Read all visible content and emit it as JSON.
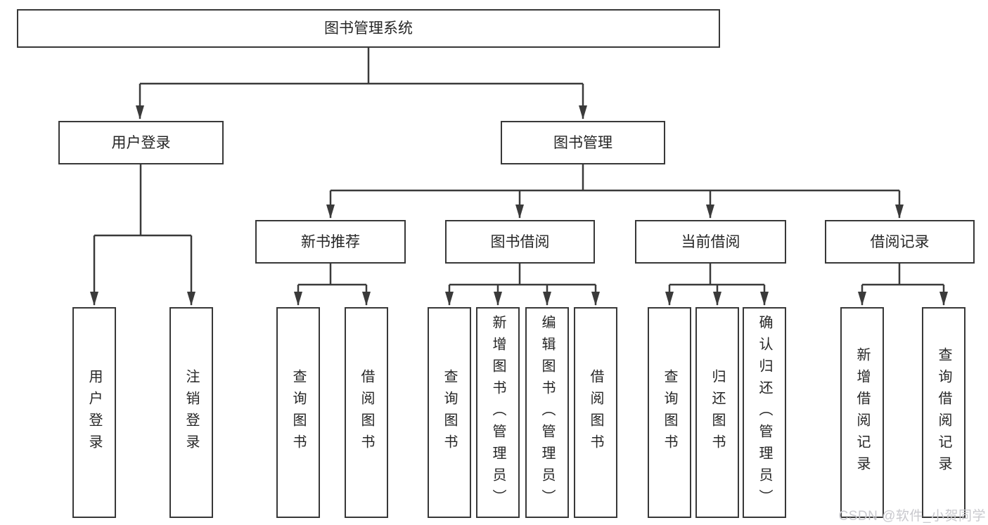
{
  "diagram": {
    "tree": {
      "label": "图书管理系统",
      "children": [
        {
          "label": "用户登录",
          "children": [
            {
              "label": "用户登录"
            },
            {
              "label": "注销登录"
            }
          ]
        },
        {
          "label": "图书管理",
          "children": [
            {
              "label": "新书推荐",
              "children": [
                {
                  "label": "查询图书"
                },
                {
                  "label": "借阅图书"
                }
              ]
            },
            {
              "label": "图书借阅",
              "children": [
                {
                  "label": "查询图书"
                },
                {
                  "label": "新增图书（管理员）"
                },
                {
                  "label": "编辑图书（管理员）"
                },
                {
                  "label": "借阅图书"
                }
              ]
            },
            {
              "label": "当前借阅",
              "children": [
                {
                  "label": "查询图书"
                },
                {
                  "label": "归还图书"
                },
                {
                  "label": "确认归还（管理员）"
                }
              ]
            },
            {
              "label": "借阅记录",
              "children": [
                {
                  "label": "新增借阅记录"
                },
                {
                  "label": "查询借阅记录"
                }
              ]
            }
          ]
        }
      ]
    },
    "colors": {
      "line": "#3a3a3a",
      "box_border": "#383838",
      "text": "#262626",
      "background": "#ffffff",
      "watermark": "#c9c9ce"
    }
  },
  "watermark": {
    "text": "CSDN @软件_小贺同学"
  }
}
